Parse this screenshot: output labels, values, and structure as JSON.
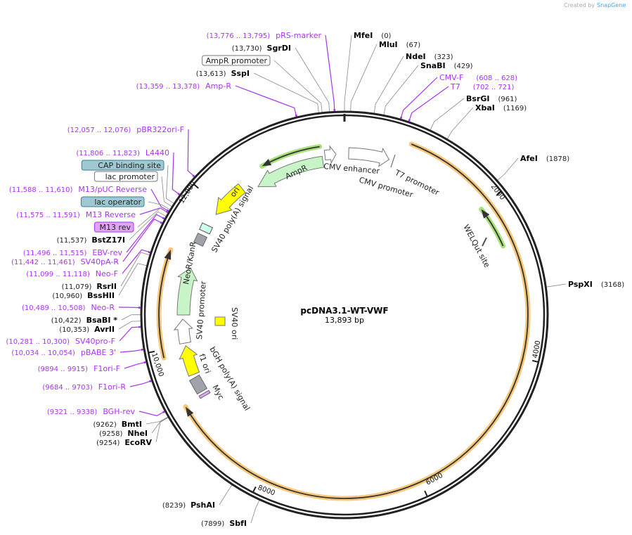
{
  "credit": {
    "created_by": "Created by",
    "brand": "SnapGene"
  },
  "plasmid": {
    "name": "pcDNA3.1-WT-VWF",
    "length": "13,893 bp"
  },
  "ticks": [
    "2000",
    "4000",
    "6000",
    "8000",
    "10,000",
    "12,000"
  ],
  "inner_features": [
    "AmpR",
    "CMV enhancer",
    "CMV promoter",
    "T7 promoter",
    "ori",
    "SV40 poly(A) signal",
    "NeoR/KanR",
    "SV40 promoter",
    "SV40 ori",
    "bGH poly(A) signal",
    "f1 ori",
    "Myc",
    "WELQut site"
  ],
  "colors": {
    "primer": "#a833f2",
    "orf_arc": "#f7c77a",
    "green_arc": "#a8e07a",
    "ampr": "#c8f5c8",
    "yellow": "#ffff00",
    "grey": "#a0a4aa",
    "box_teal": "#9ec9d3",
    "box_purple": "#dca6f2"
  },
  "labels": [
    {
      "kind": "primer",
      "name": "pRS-marker",
      "loc": "(13,776 .. 13,795)"
    },
    {
      "kind": "site",
      "name": "SgrDI",
      "loc": "(13,730)"
    },
    {
      "kind": "box",
      "name": "AmpR promoter",
      "style": "white"
    },
    {
      "kind": "site",
      "name": "SspI",
      "loc": "(13,613)"
    },
    {
      "kind": "primer",
      "name": "Amp-R",
      "loc": "(13,359 .. 13,378)"
    },
    {
      "kind": "site",
      "name": "MfeI",
      "loc": "(0)"
    },
    {
      "kind": "site",
      "name": "MluI",
      "loc": "(67)"
    },
    {
      "kind": "site",
      "name": "NdeI",
      "loc": "(323)"
    },
    {
      "kind": "site",
      "name": "SnaBI",
      "loc": "(429)"
    },
    {
      "kind": "primer",
      "name": "CMV-F",
      "loc": "(608 .. 628)"
    },
    {
      "kind": "primer",
      "name": "T7",
      "loc": "(702 .. 721)"
    },
    {
      "kind": "site",
      "name": "BsrGI",
      "loc": "(961)"
    },
    {
      "kind": "site",
      "name": "XbaI",
      "loc": "(1169)"
    },
    {
      "kind": "site",
      "name": "AfeI",
      "loc": "(1878)"
    },
    {
      "kind": "site",
      "name": "PspXI",
      "loc": "(3168)"
    },
    {
      "kind": "primer",
      "name": "pBR322ori-F",
      "loc": "(12,057 .. 12,076)"
    },
    {
      "kind": "primer",
      "name": "L4440",
      "loc": "(11,806 .. 11,823)"
    },
    {
      "kind": "box",
      "name": "CAP binding site",
      "style": "teal"
    },
    {
      "kind": "box",
      "name": "lac promoter",
      "style": "white"
    },
    {
      "kind": "primer",
      "name": "M13/pUC Reverse",
      "loc": "(11,588 .. 11,610)"
    },
    {
      "kind": "box",
      "name": "lac operator",
      "style": "teal"
    },
    {
      "kind": "primer",
      "name": "M13 Reverse",
      "loc": "(11,575 .. 11,591)"
    },
    {
      "kind": "box",
      "name": "M13 rev",
      "style": "purple"
    },
    {
      "kind": "site",
      "name": "BstZ17I",
      "loc": "(11,537)"
    },
    {
      "kind": "primer",
      "name": "EBV-rev",
      "loc": "(11,496 .. 11,515)"
    },
    {
      "kind": "primer",
      "name": "SV40pA-R",
      "loc": "(11,442 .. 11,461)"
    },
    {
      "kind": "primer",
      "name": "Neo-F",
      "loc": "(11,099 .. 11,118)"
    },
    {
      "kind": "site",
      "name": "RsrII",
      "loc": "(11,079)"
    },
    {
      "kind": "site",
      "name": "BssHII",
      "loc": "(10,960)"
    },
    {
      "kind": "primer",
      "name": "Neo-R",
      "loc": "(10,489 .. 10,508)"
    },
    {
      "kind": "site",
      "name": "BsaBI *",
      "loc": "(10,422)"
    },
    {
      "kind": "site",
      "name": "AvrII",
      "loc": "(10,353)"
    },
    {
      "kind": "primer",
      "name": "SV40pro-F",
      "loc": "(10,281 .. 10,300)"
    },
    {
      "kind": "primer",
      "name": "pBABE 3'",
      "loc": "(10,034 .. 10,054)"
    },
    {
      "kind": "primer",
      "name": "F1ori-F",
      "loc": "(9894 .. 9915)"
    },
    {
      "kind": "primer",
      "name": "F1ori-R",
      "loc": "(9684 .. 9703)"
    },
    {
      "kind": "primer",
      "name": "BGH-rev",
      "loc": "(9321 .. 9338)"
    },
    {
      "kind": "site",
      "name": "BmtI",
      "loc": "(9262)"
    },
    {
      "kind": "site",
      "name": "NheI",
      "loc": "(9258)"
    },
    {
      "kind": "site",
      "name": "EcoRV",
      "loc": "(9254)"
    },
    {
      "kind": "site",
      "name": "PshAI",
      "loc": "(8239)"
    },
    {
      "kind": "site",
      "name": "SbfI",
      "loc": "(7899)"
    }
  ]
}
